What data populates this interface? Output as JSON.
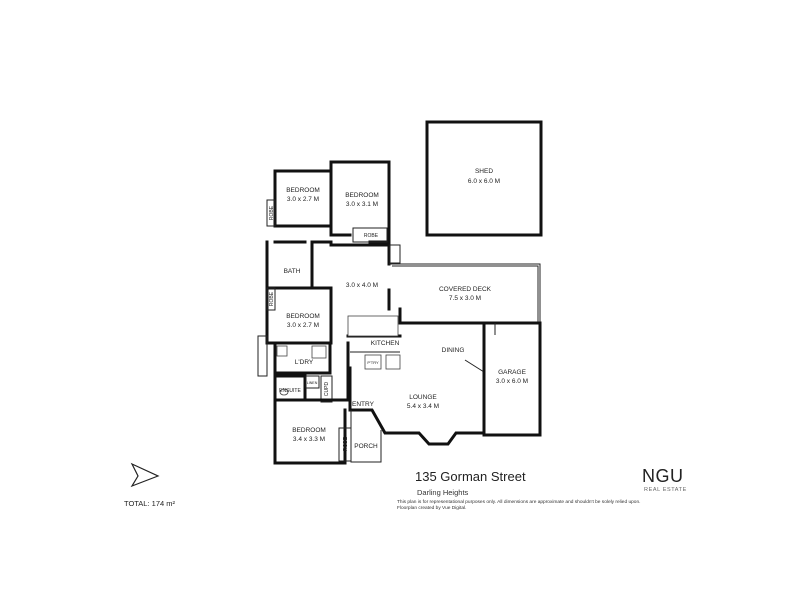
{
  "plan": {
    "rooms": [
      {
        "id": "shed",
        "name": "SHED",
        "dims": "6.0 x 6.0 M"
      },
      {
        "id": "bedroom-1",
        "name": "BEDROOM",
        "dims": "3.0 x 2.7 M"
      },
      {
        "id": "bedroom-2",
        "name": "BEDROOM",
        "dims": "3.0 x 3.1 M"
      },
      {
        "id": "room-3x4",
        "name": "",
        "dims": "3.0 x 4.0 M"
      },
      {
        "id": "covered-deck",
        "name": "COVERED DECK",
        "dims": "7.5 x 3.0 M"
      },
      {
        "id": "bedroom-3",
        "name": "BEDROOM",
        "dims": "3.0 x 2.7 M"
      },
      {
        "id": "lounge",
        "name": "LOUNGE",
        "dims": "5.4 x 3.4 M"
      },
      {
        "id": "garage",
        "name": "GARAGE",
        "dims": "3.0 x 6.0 M"
      },
      {
        "id": "bedroom-4",
        "name": "BEDROOM",
        "dims": "3.4 x 3.3 M"
      }
    ],
    "labels": {
      "robe": "ROBE",
      "bath": "BATH",
      "kitchen": "KITCHEN",
      "dining": "DINING",
      "laundry": "L'DRY",
      "ensuite": "ENSUITE",
      "cupd": "CUPD",
      "linen": "LINEN",
      "pantry": "P'TRY",
      "entry": "ENTRY",
      "porch": "PORCH"
    }
  },
  "address": "135 Gorman Street",
  "suburb": "Darling Heights",
  "disclaimer_line1": "This plan is for representational purposes only. All dimensions are approximate and shouldn't be solely relied upon.",
  "disclaimer_line2": "Floorplan created by Vue Digital.",
  "brand": "NGU",
  "brand_sub": "REAL ESTATE",
  "total": "TOTAL: 174 m²",
  "icons": {
    "compass": "north-arrow-icon"
  }
}
